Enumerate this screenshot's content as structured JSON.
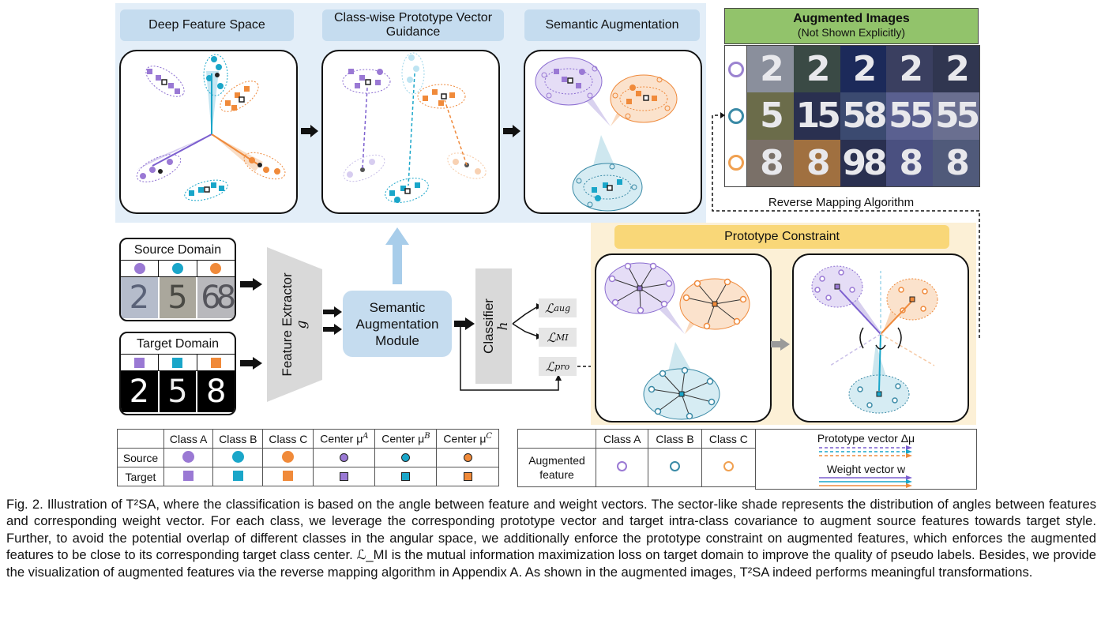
{
  "top": {
    "deep_feature_space": "Deep Feature Space",
    "prototype_guidance": "Class-wise Prototype Vector Guidance",
    "semantic_augmentation": "Semantic Augmentation"
  },
  "augmented_images": {
    "title": "Augmented Images",
    "subtitle": "(Not Shown Explicitly)",
    "rows": [
      {
        "marker_color": "#9b83d0",
        "digits": [
          "2",
          "2",
          "2",
          "2",
          "2"
        ],
        "bgs": [
          "#8a8f9c",
          "#3a4a45",
          "#1c2a5a",
          "#3a3f60",
          "#303650"
        ]
      },
      {
        "marker_color": "#3a8aa6",
        "digits": [
          "5",
          "15",
          "58",
          "55",
          "55"
        ],
        "bgs": [
          "#6b6c4a",
          "#2a3050",
          "#3b4a70",
          "#5a6090",
          "#6a6f90"
        ]
      },
      {
        "marker_color": "#f0a050",
        "digits": [
          "8",
          "8",
          "98",
          "8",
          "8"
        ],
        "bgs": [
          "#7a7068",
          "#a07040",
          "#2a3050",
          "#4a5080",
          "#505a7a"
        ]
      }
    ],
    "reverse_mapping": "Reverse Mapping  Algorithm"
  },
  "source_domain": {
    "title": "Source Domain",
    "colors": [
      "#9a79d4",
      "#1aa6c9",
      "#f08a3a"
    ],
    "digits": [
      "2",
      "5",
      "68"
    ]
  },
  "target_domain": {
    "title": "Target Domain",
    "colors": [
      "#9a79d4",
      "#1aa6c9",
      "#f08a3a"
    ],
    "digits": [
      "2",
      "5",
      "8"
    ]
  },
  "feature_extractor": {
    "label": "Feature Extractor",
    "symbol": "g"
  },
  "sam": {
    "label": "Semantic Augmentation Module"
  },
  "classifier": {
    "label": "Classifier",
    "symbol": "h"
  },
  "losses": {
    "aug": {
      "main": "ℒ",
      "sub": "aug"
    },
    "mi": {
      "main": "ℒ",
      "sub": "MI"
    },
    "pro": {
      "main": "ℒ",
      "sub": "pro"
    }
  },
  "prototype_constraint": {
    "title": "Prototype Constraint"
  },
  "legend": {
    "headers": [
      "",
      "Class A",
      "Class B",
      "Class C",
      "Center μ",
      "Center μ",
      "Center μ"
    ],
    "center_sups": [
      "A",
      "B",
      "C"
    ],
    "row_labels": [
      "Source",
      "Target"
    ],
    "augmented_label": "Augmented feature",
    "aug_headers": [
      "Class A",
      "Class B",
      "Class C"
    ],
    "prototype_vector": "Prototype vector Δμ",
    "weight_vector": "Weight vector w",
    "colors": {
      "a": "#9a79d4",
      "b": "#1aa6c9",
      "c": "#f08a3a"
    }
  },
  "caption": "Fig. 2. Illustration of T²SA, where the classification is based on the angle between feature and weight vectors. The sector-like shade represents the distribution of angles between features and corresponding weight vector. For each class, we leverage the corresponding prototype vector and target intra-class covariance to augment source features towards target style. Further, to avoid the potential overlap of different classes in the angular space, we additionally enforce the prototype constraint on augmented features, which enforces the augmented features to be close to its corresponding target class center. ℒ_MI is the mutual information maximization loss on target domain to improve the quality of pseudo labels. Besides, we provide the visualization of augmented features via the reverse mapping algorithm in Appendix A. As shown in the augmented images, T²SA indeed performs meaningful transformations."
}
